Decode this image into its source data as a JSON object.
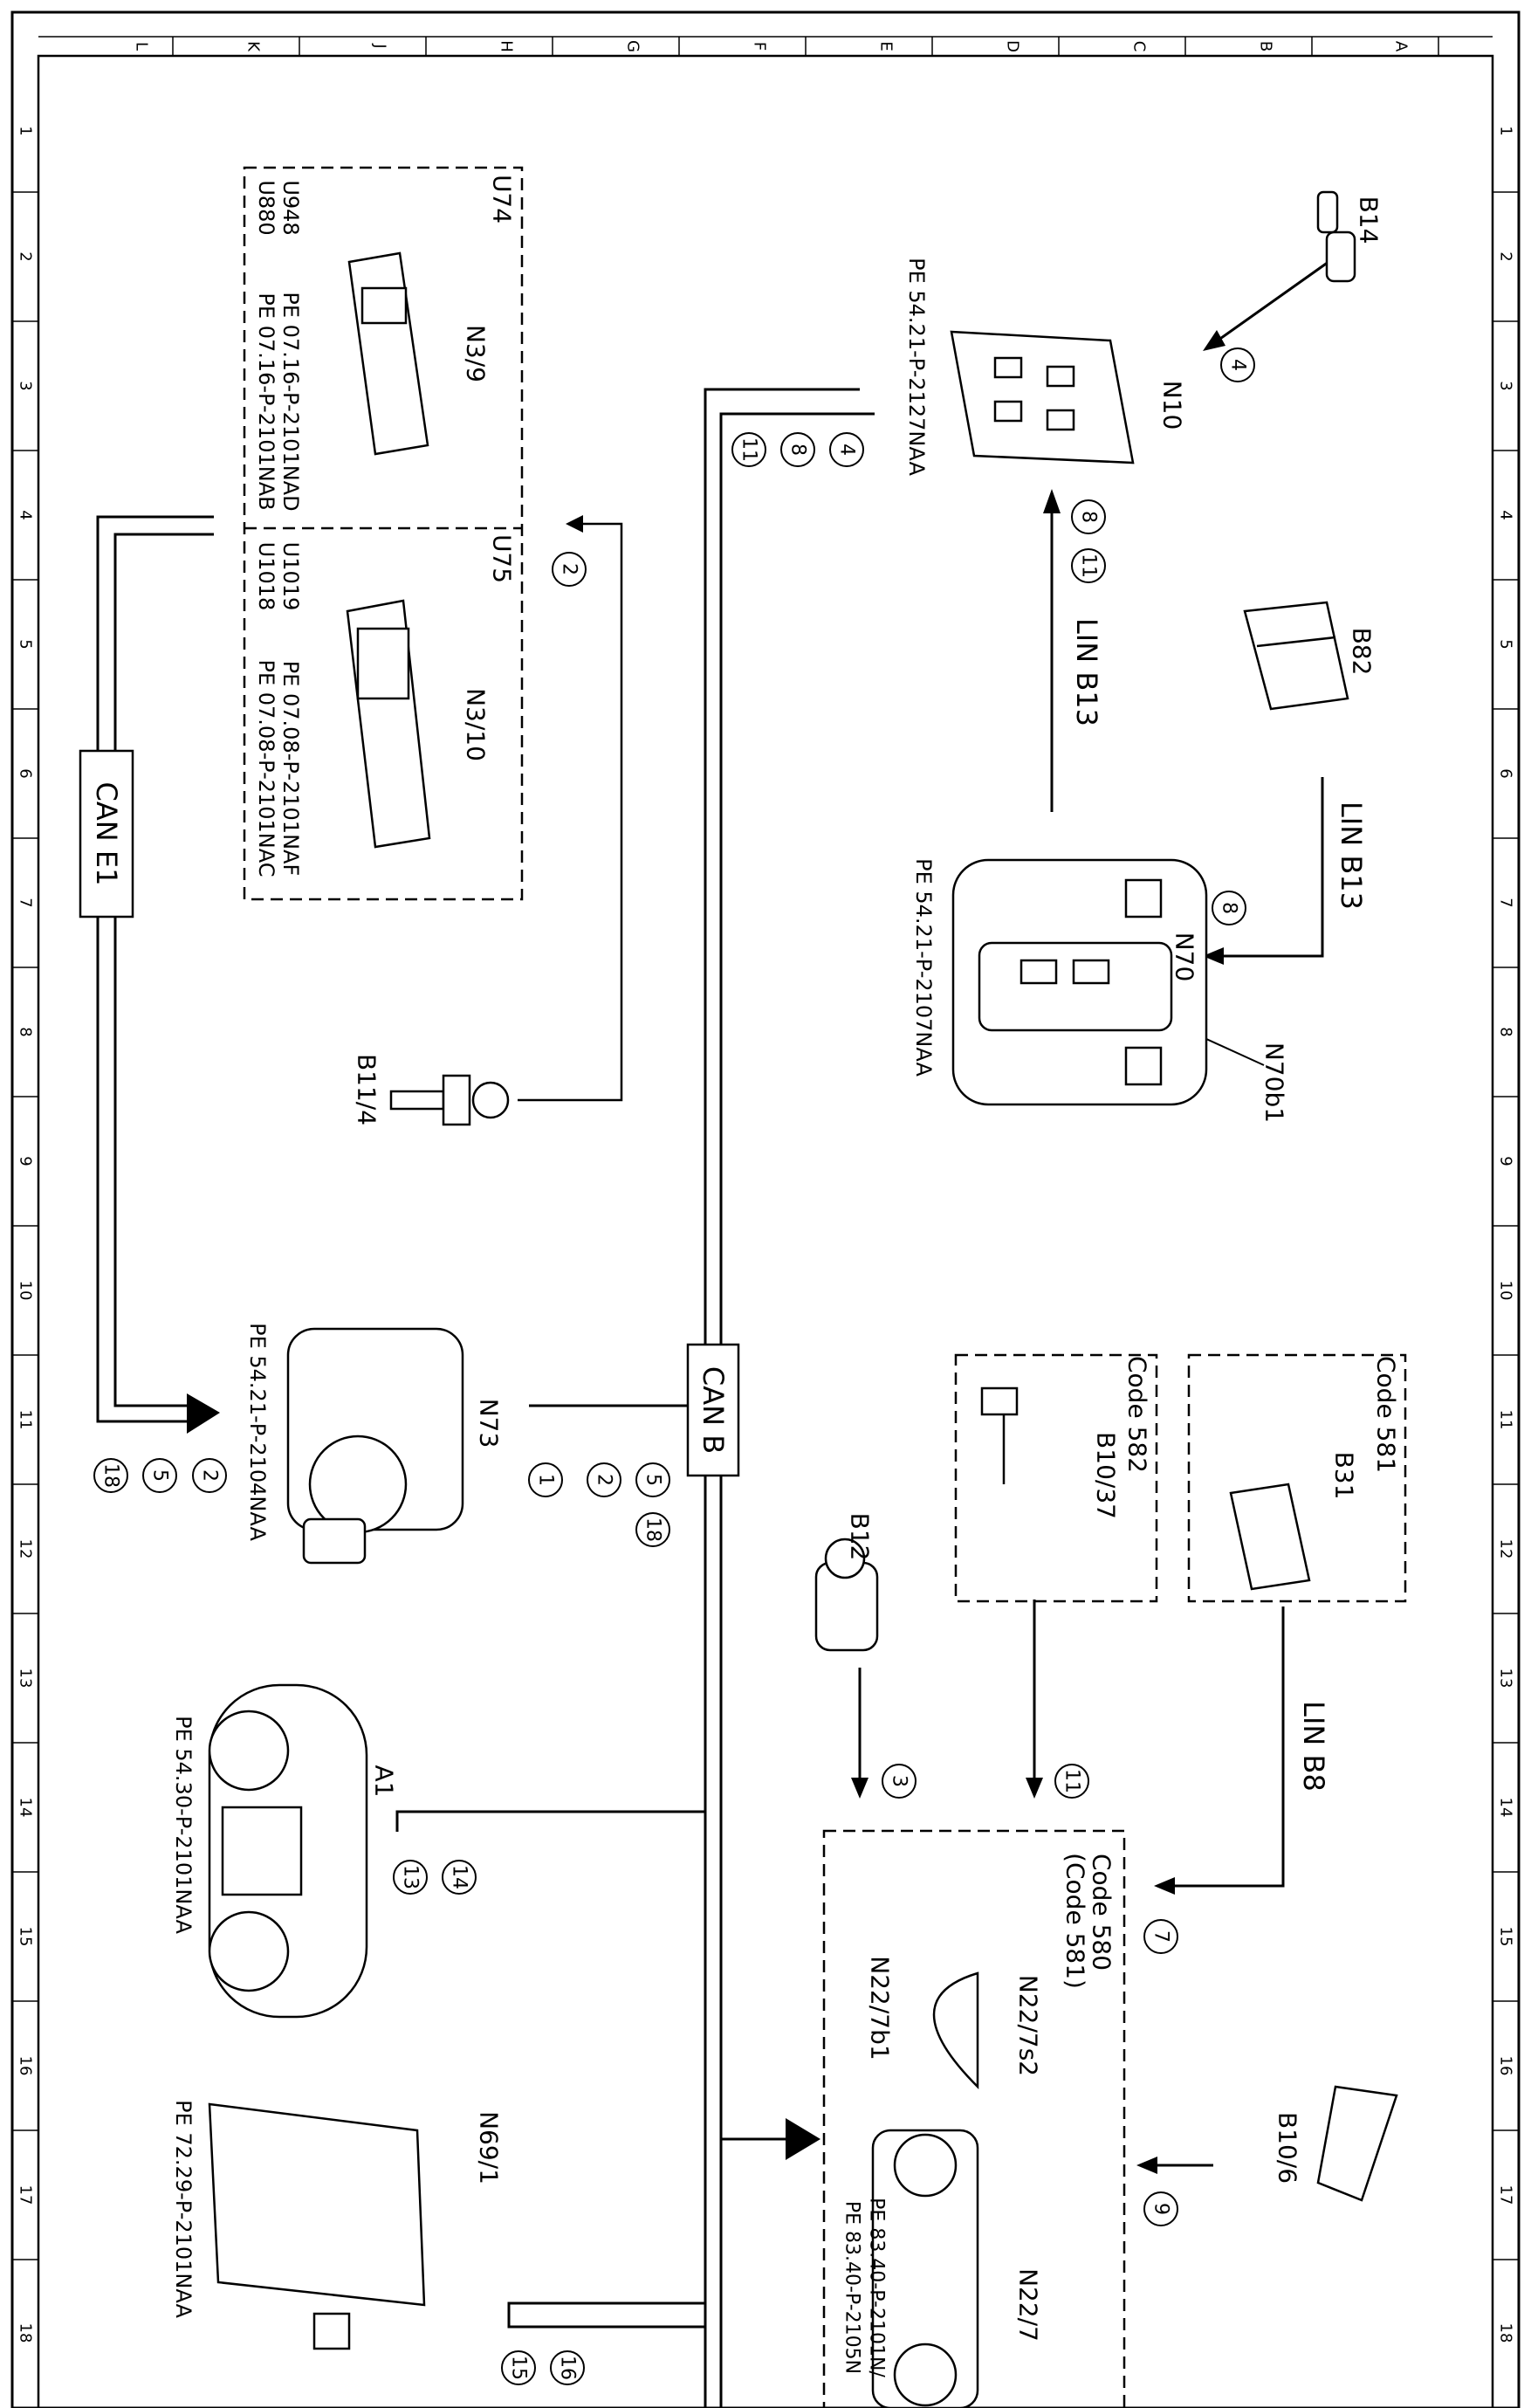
{
  "grid": {
    "columns": [
      "L",
      "K",
      "J",
      "H",
      "G",
      "F",
      "E",
      "D",
      "C",
      "B",
      "A"
    ],
    "rows": [
      "1",
      "2",
      "3",
      "4",
      "5",
      "6",
      "7",
      "8",
      "9",
      "10",
      "11",
      "12",
      "13",
      "14",
      "15",
      "16",
      "17",
      "18"
    ]
  },
  "buses": {
    "can_b": "CAN B",
    "can_e1": "CAN E1",
    "lin_b13_top": "LIN B13",
    "lin_b13_side": "LIN B13",
    "lin_b8": "LIN B8"
  },
  "components": {
    "b14": "B14",
    "n10": "N10",
    "n10_ref": "PE 54.21-P-2127NAA",
    "b82": "B82",
    "n70": "N70",
    "n70b1": "N70b1",
    "n70_ref": "PE 54.21-P-2107NAA",
    "u74": "U74",
    "n3_9": "N3/9",
    "u880": "U880",
    "u880_ref": "PE 07.16-P-2101NAB",
    "u948": "U948",
    "u948_ref": "PE 07.16-P-2101NAD",
    "u75": "U75",
    "n3_10": "N3/10",
    "u1018": "U1018",
    "u1018_ref": "PE 07.08-P-2101NAC",
    "u1019": "U1019",
    "u1019_ref": "PE 07.08-P-2101NAF",
    "b11_4": "B11/4",
    "n73": "N73",
    "n73_ref": "PE 54.21-P-2104NAA",
    "code_581_box": "Code 581",
    "b31": "B31",
    "code_582_box": "Code 582",
    "b10_37": "B10/37",
    "b12": "B12",
    "a1": "A1",
    "a1_ref": "PE 54.30-P-2101NAA",
    "hvac_code_580": "Code 580",
    "hvac_code_581": "(Code 581)",
    "n22_7s2": "N22/7s2",
    "n22_7b1": "N22/7b1",
    "n22_7": "N22/7",
    "n22_7_ref1": "PE 83.40-P-2101N/",
    "n22_7_ref2": "PE 83.40-P-2105N",
    "b10_6": "B10/6",
    "n69_1": "N69/1",
    "n69_1_ref": "PE 72.29-P-2101NAA"
  },
  "signals": {
    "s4_b14": "4",
    "s4_n10": "4",
    "s8_n10": "8",
    "s11_n10": "11",
    "s8_lin_a": "8",
    "s11_lin_a": "11",
    "s8_n70": "8",
    "s2_b11": "2",
    "s1_n73": "1",
    "s2_n73": "2",
    "s5_n73": "5",
    "s18_n73": "18",
    "s2_cane1": "2",
    "s5_cane1": "5",
    "s18_cane1": "18",
    "s3_b12": "3",
    "s11_b10_37": "11",
    "s14_a1": "14",
    "s13_a1": "13",
    "s7_hvac": "7",
    "s9_b10_6": "9",
    "s16_n69": "16",
    "s15_n69": "15"
  }
}
